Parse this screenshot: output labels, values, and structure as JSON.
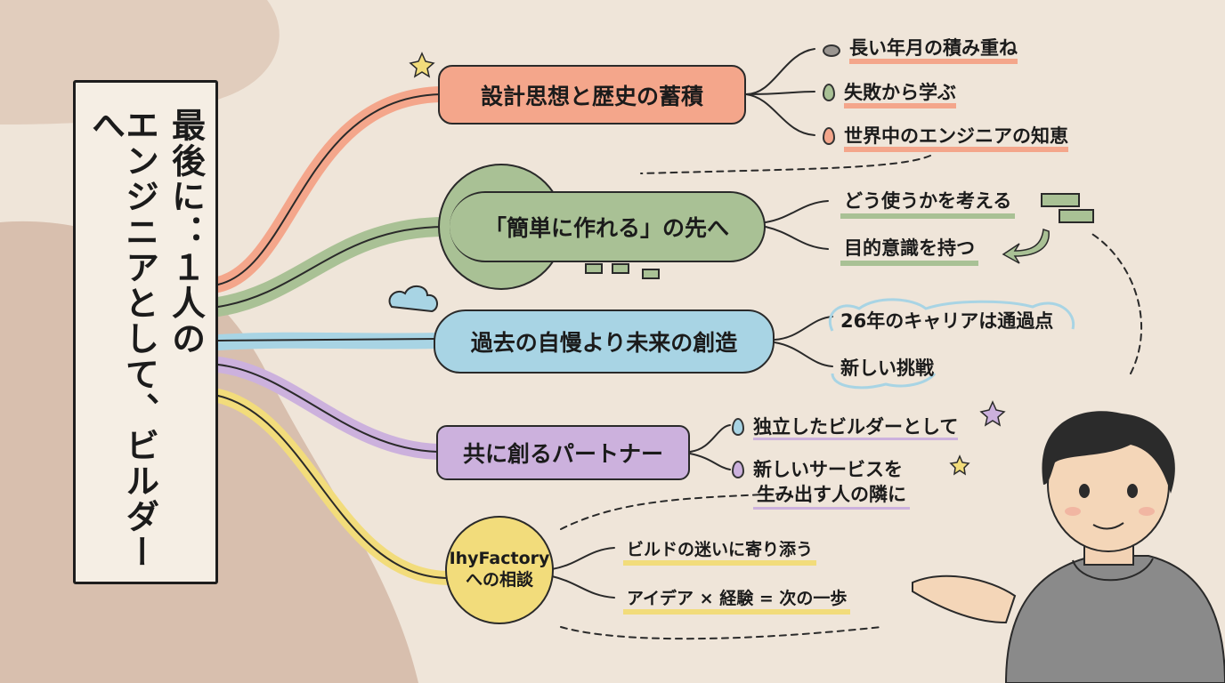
{
  "title": {
    "line1": "最後に：１人の",
    "line2": "エンジニアとして、ビルダーへ"
  },
  "branches": [
    {
      "label": "設計思想と歴史の蓄積",
      "color": "#f4a68b",
      "leaves": [
        "長い年月の積み重ね",
        "失敗から学ぶ",
        "世界中のエンジニアの知恵"
      ]
    },
    {
      "label": "「簡単に作れる」の先へ",
      "color": "#a9c195",
      "leaves": [
        "どう使うかを考える",
        "目的意識を持つ"
      ]
    },
    {
      "label": "過去の自慢より未来の創造",
      "color": "#a8d4e4",
      "leaves": [
        "26年のキャリアは通過点",
        "新しい挑戦"
      ]
    },
    {
      "label": "共に創るパートナー",
      "color": "#ccb1dd",
      "leaves": [
        "独立したビルダーとして",
        "新しいサービスを",
        "生み出す人の隣に"
      ]
    },
    {
      "label_line1": "IhyFactory",
      "label_line2": "への相談",
      "color": "#f2dc7b",
      "leaves": [
        "ビルドの迷いに寄り添う",
        "アイデア × 経験 = 次の一歩"
      ]
    }
  ]
}
